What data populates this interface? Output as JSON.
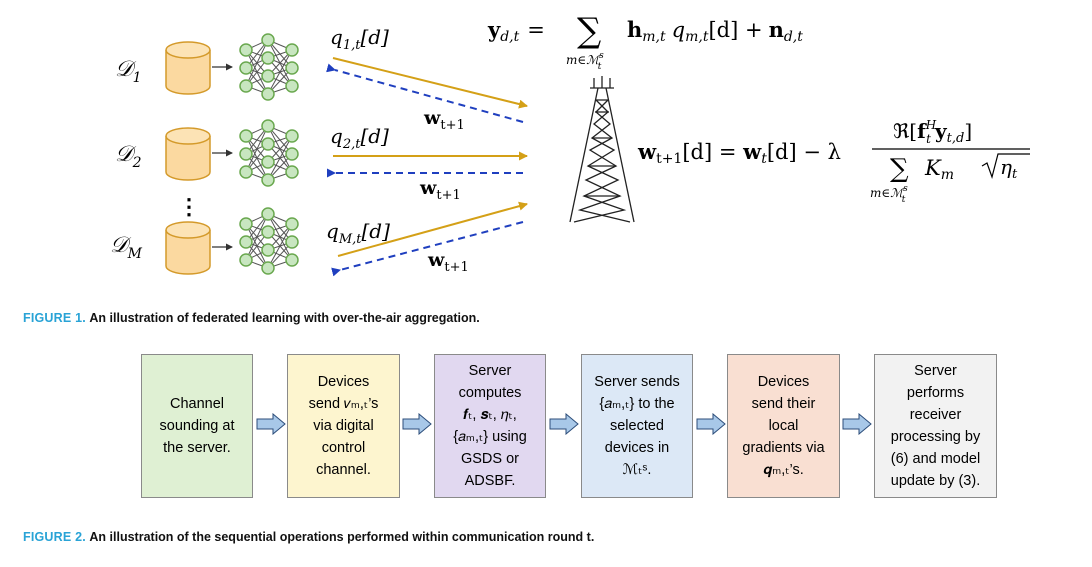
{
  "figure1": {
    "devices": [
      {
        "dataset_base": "𝒟",
        "dataset_sub": "1",
        "uplink_q": "q",
        "uplink_sub": "1,t",
        "uplink_arg": "[d]"
      },
      {
        "dataset_base": "𝒟",
        "dataset_sub": "2",
        "uplink_q": "q",
        "uplink_sub": "2,t",
        "uplink_arg": "[d]"
      },
      {
        "dataset_base": "𝒟",
        "dataset_sub": "M",
        "uplink_q": "q",
        "uplink_sub": "M,t",
        "uplink_arg": "[d]"
      }
    ],
    "downlink_label": "w",
    "downlink_sub": "t+1",
    "eq1": {
      "lhs": "y",
      "lhs_sub": "d,t",
      "eq": "=",
      "sum": "∑",
      "sum_under": "m∈ℳ",
      "sum_under_sup": "s",
      "sum_under_sub": "t",
      "h": "h",
      "h_sub": "m,t",
      "q": "q",
      "q_sub": "m,t",
      "arg": "[d] +",
      "n": "n",
      "n_sub": "d,t"
    },
    "eq2": {
      "lhs": "w",
      "lhs_sub": "t+1",
      "lhs_arg": "[d] = ",
      "w": "w",
      "w_sub": "t",
      "minus": "[d] − λ",
      "num_re": "ℜ[",
      "num_f": "f",
      "num_f_sup": "H",
      "num_f_sub": "t",
      "num_y": "y",
      "num_y_sub": "t,d",
      "num_close": "]",
      "den_sum": "∑",
      "den_K": "K",
      "den_K_sub": "m",
      "den_eta": "η",
      "den_eta_sub": "t",
      "den_under": "m∈ℳ",
      "den_under_sup": "s",
      "den_under_sub": "t"
    },
    "ellipsis": "⋮",
    "caption_label": "FIGURE 1.",
    "caption_text": "An illustration of federated learning with over-the-air aggregation."
  },
  "figure2": {
    "steps": [
      {
        "lines": [
          "Channel",
          "sounding at",
          "the server."
        ],
        "color": "#dff0d3"
      },
      {
        "lines": [
          "Devices",
          "send 𝑣ₘ,ₜ’s",
          "via digital",
          "control",
          "channel."
        ],
        "color": "#fdf5cf"
      },
      {
        "lines": [
          "Server",
          "computes",
          "𝒇ₜ, 𝒔ₜ, 𝜂ₜ,",
          "{𝑎ₘ,ₜ} using",
          "GSDS or",
          "ADSBF."
        ],
        "color": "#e1d8f0"
      },
      {
        "lines": [
          "Server sends",
          "{𝑎ₘ,ₜ} to the",
          "selected",
          "devices in",
          "ℳₜˢ."
        ],
        "color": "#dce8f6"
      },
      {
        "lines": [
          "Devices",
          "send their",
          "local",
          "gradients via",
          "𝒒ₘ,ₜ’s."
        ],
        "color": "#f9dfd2"
      },
      {
        "lines": [
          "Server",
          "performs",
          "receiver",
          "processing by",
          "(6) and model",
          "update by (3)."
        ],
        "color": "#f2f2f2"
      }
    ],
    "caption_label": "FIGURE 2.",
    "caption_text": "An illustration of the sequential operations performed within communication round t."
  },
  "colors": {
    "uplink": "#d4a017",
    "downlink": "#1f3fbf",
    "node_fill": "#c8e6c0",
    "node_stroke": "#6aa84f",
    "db_fill": "#fbd9a0",
    "db_stroke": "#d49a2a",
    "caption_label": "#29a3d6",
    "arrow_fill": "#a8c8e8"
  }
}
